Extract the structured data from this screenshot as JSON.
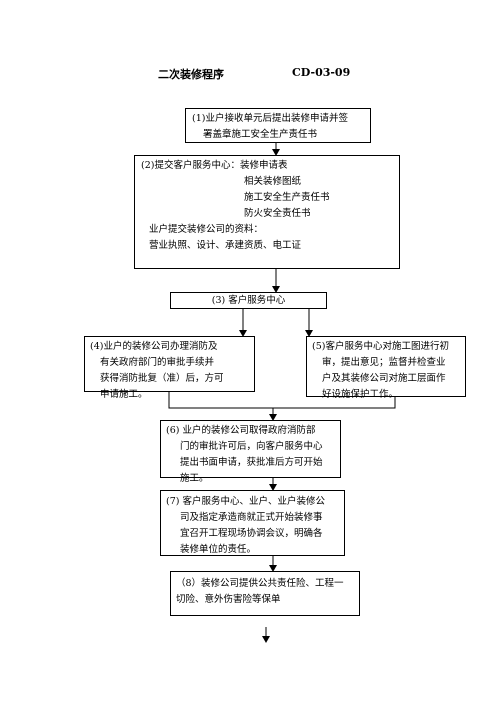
{
  "page": {
    "title": "二次装修程序",
    "code": "CD-03-09"
  },
  "steps": {
    "s1": [
      "(1)业户接收单元后提出装修申请并签",
      "署盖章施工安全生产责任书"
    ],
    "s2": {
      "head": "(2)提交客户服务中心：装修申请表",
      "sub": [
        "相关装修图纸",
        "施工安全生产责任书",
        "防火安全责任书"
      ],
      "tail": [
        "业户提交装修公司的资料：",
        "营业执照、设计、承建资质、电工证"
      ]
    },
    "s3": "(3)  客户服务中心",
    "s4": [
      "(4)业户的装修公司办理消防及",
      "有关政府部门的审批手续并",
      "获得消防批复（准）后，方可",
      "申请施工。"
    ],
    "s5": [
      "(5)客户服务中心对施工图进行初",
      "审，提出意见；监督并检查业",
      "户及其装修公司对施工层面作",
      "好设施保护工作。"
    ],
    "s6": [
      "(6)  业户的装修公司取得政府消防部",
      "门的审批许可后，向客户服务中心",
      "提出书面申请，获批准后方可开始",
      "施工。"
    ],
    "s7": [
      "(7)  客户服务中心、业户、业户装修公",
      "司及指定承造商就正式开始装修事",
      "宜召开工程现场协调会议，明确各",
      "装修单位的责任。"
    ],
    "s8": [
      "（8）装修公司提供公共责任险、工程一",
      "切险、意外伤害险等保单"
    ]
  }
}
